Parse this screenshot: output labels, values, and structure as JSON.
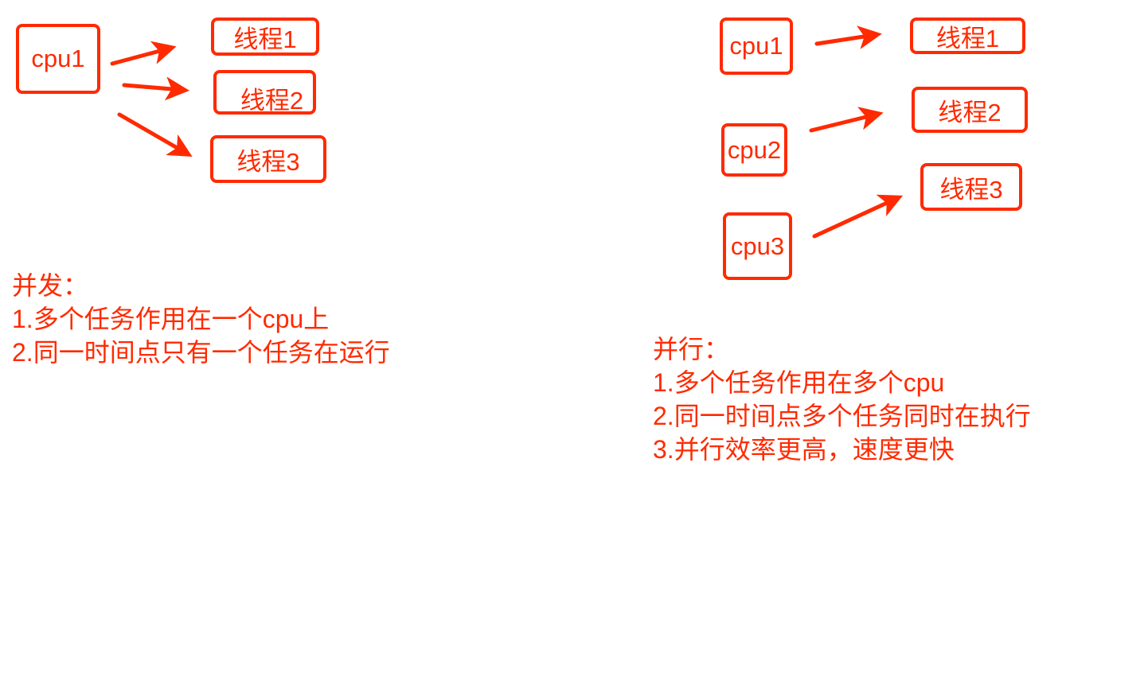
{
  "concurrency": {
    "cpu": "cpu1",
    "threads": [
      "线程1",
      "线程2",
      "线程3"
    ],
    "title": "并发：",
    "points": [
      "1.多个任务作用在一个cpu上",
      "2.同一时间点只有一个任务在运行"
    ]
  },
  "parallelism": {
    "cpus": [
      "cpu1",
      "cpu2",
      "cpu3"
    ],
    "threads": [
      "线程1",
      "线程2",
      "线程3"
    ],
    "title": "并行：",
    "points": [
      "1.多个任务作用在多个cpu",
      "2.同一时间点多个任务同时在执行",
      "3.并行效率更高，速度更快"
    ]
  },
  "colors": {
    "accent": "#FF2A00"
  }
}
